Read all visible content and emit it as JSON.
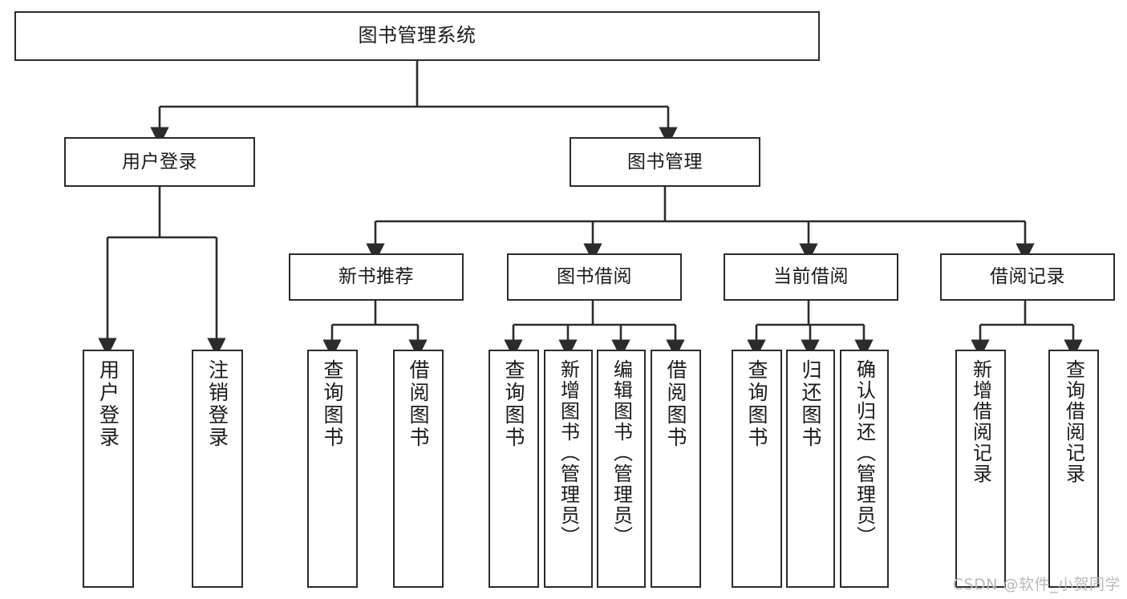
{
  "diagram": {
    "type": "tree-hierarchy",
    "title": "图书管理系统",
    "orientation": "top-down",
    "stroke_color": "#2b2b2b",
    "fill_color": "#ffffff",
    "text_color": "#1a1a1a",
    "levels": 4
  },
  "nodes": {
    "root": {
      "label": "图书管理系统"
    },
    "level2": [
      {
        "id": "user-login",
        "label": "用户登录"
      },
      {
        "id": "book-manage",
        "label": "图书管理"
      }
    ],
    "level3": [
      {
        "id": "new-book-rec",
        "label": "新书推荐"
      },
      {
        "id": "book-borrow",
        "label": "图书借阅"
      },
      {
        "id": "current-borrow",
        "label": "当前借阅"
      },
      {
        "id": "borrow-record",
        "label": "借阅记录"
      }
    ],
    "leaves": {
      "user_login": [
        {
          "id": "leaf-user-login",
          "label": "用户登录"
        },
        {
          "id": "leaf-logout",
          "label": "注销登录"
        }
      ],
      "new_book_rec": [
        {
          "id": "leaf-query-book-1",
          "label": "查询图书"
        },
        {
          "id": "leaf-borrow-book-1",
          "label": "借阅图书"
        }
      ],
      "book_borrow": [
        {
          "id": "leaf-query-book-2",
          "label": "查询图书"
        },
        {
          "id": "leaf-add-book",
          "label": "新增图书（管理员）"
        },
        {
          "id": "leaf-edit-book",
          "label": "编辑图书（管理员）"
        },
        {
          "id": "leaf-borrow-book-2",
          "label": "借阅图书"
        }
      ],
      "current_borrow": [
        {
          "id": "leaf-query-book-3",
          "label": "查询图书"
        },
        {
          "id": "leaf-return-book",
          "label": "归还图书"
        },
        {
          "id": "leaf-confirm-return",
          "label": "确认归还（管理员）"
        }
      ],
      "borrow_record": [
        {
          "id": "leaf-add-record",
          "label": "新增借阅记录"
        },
        {
          "id": "leaf-query-record",
          "label": "查询借阅记录"
        }
      ]
    }
  },
  "watermark": {
    "text": "CSDN @软件_小贺同学"
  }
}
